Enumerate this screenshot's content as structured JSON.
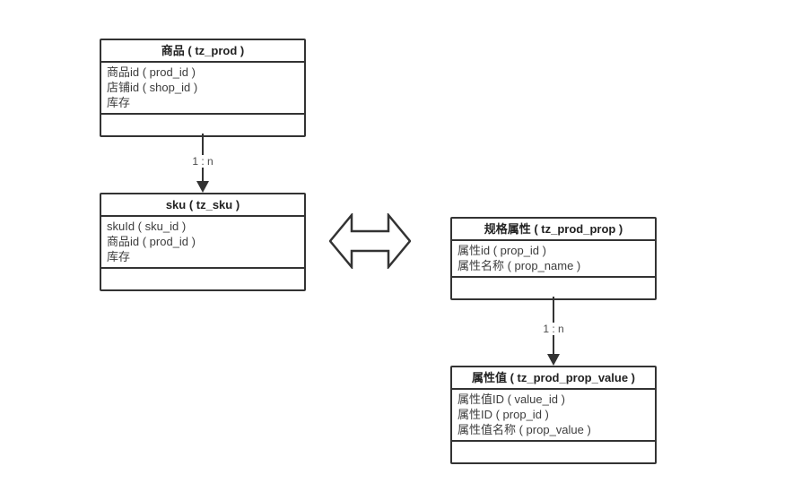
{
  "diagram": {
    "background": "#ffffff",
    "colors": {
      "shape_border": "#333333",
      "header_text": "#222222",
      "field_text": "#3d3d3d",
      "connector": "#333333",
      "label_text": "#4a4a4a"
    },
    "tables": [
      {
        "title": "商品 ( tz_prod )",
        "fields": [
          "商品id ( prod_id )",
          "店铺id ( shop_id )",
          "库存"
        ]
      },
      {
        "title": "sku ( tz_sku )",
        "fields": [
          "skuId ( sku_id )",
          "商品id ( prod_id )",
          "库存"
        ]
      },
      {
        "title": "规格属性 ( tz_prod_prop )",
        "fields": [
          "属性id ( prop_id )",
          "属性名称 ( prop_name )"
        ]
      },
      {
        "title": "属性值 ( tz_prod_prop_value )",
        "fields": [
          "属性值ID ( value_id )",
          "属性ID ( prop_id )",
          "属性值名称 ( prop_value )"
        ]
      }
    ],
    "connectors": [
      {
        "label": "1 : n",
        "from": "商品 ( tz_prod )",
        "to": "sku ( tz_sku )"
      },
      {
        "label": "1 : n",
        "from": "规格属性 ( tz_prod_prop )",
        "to": "属性值 ( tz_prod_prop_value )"
      }
    ],
    "relation_icon": "double-headed-arrow"
  }
}
